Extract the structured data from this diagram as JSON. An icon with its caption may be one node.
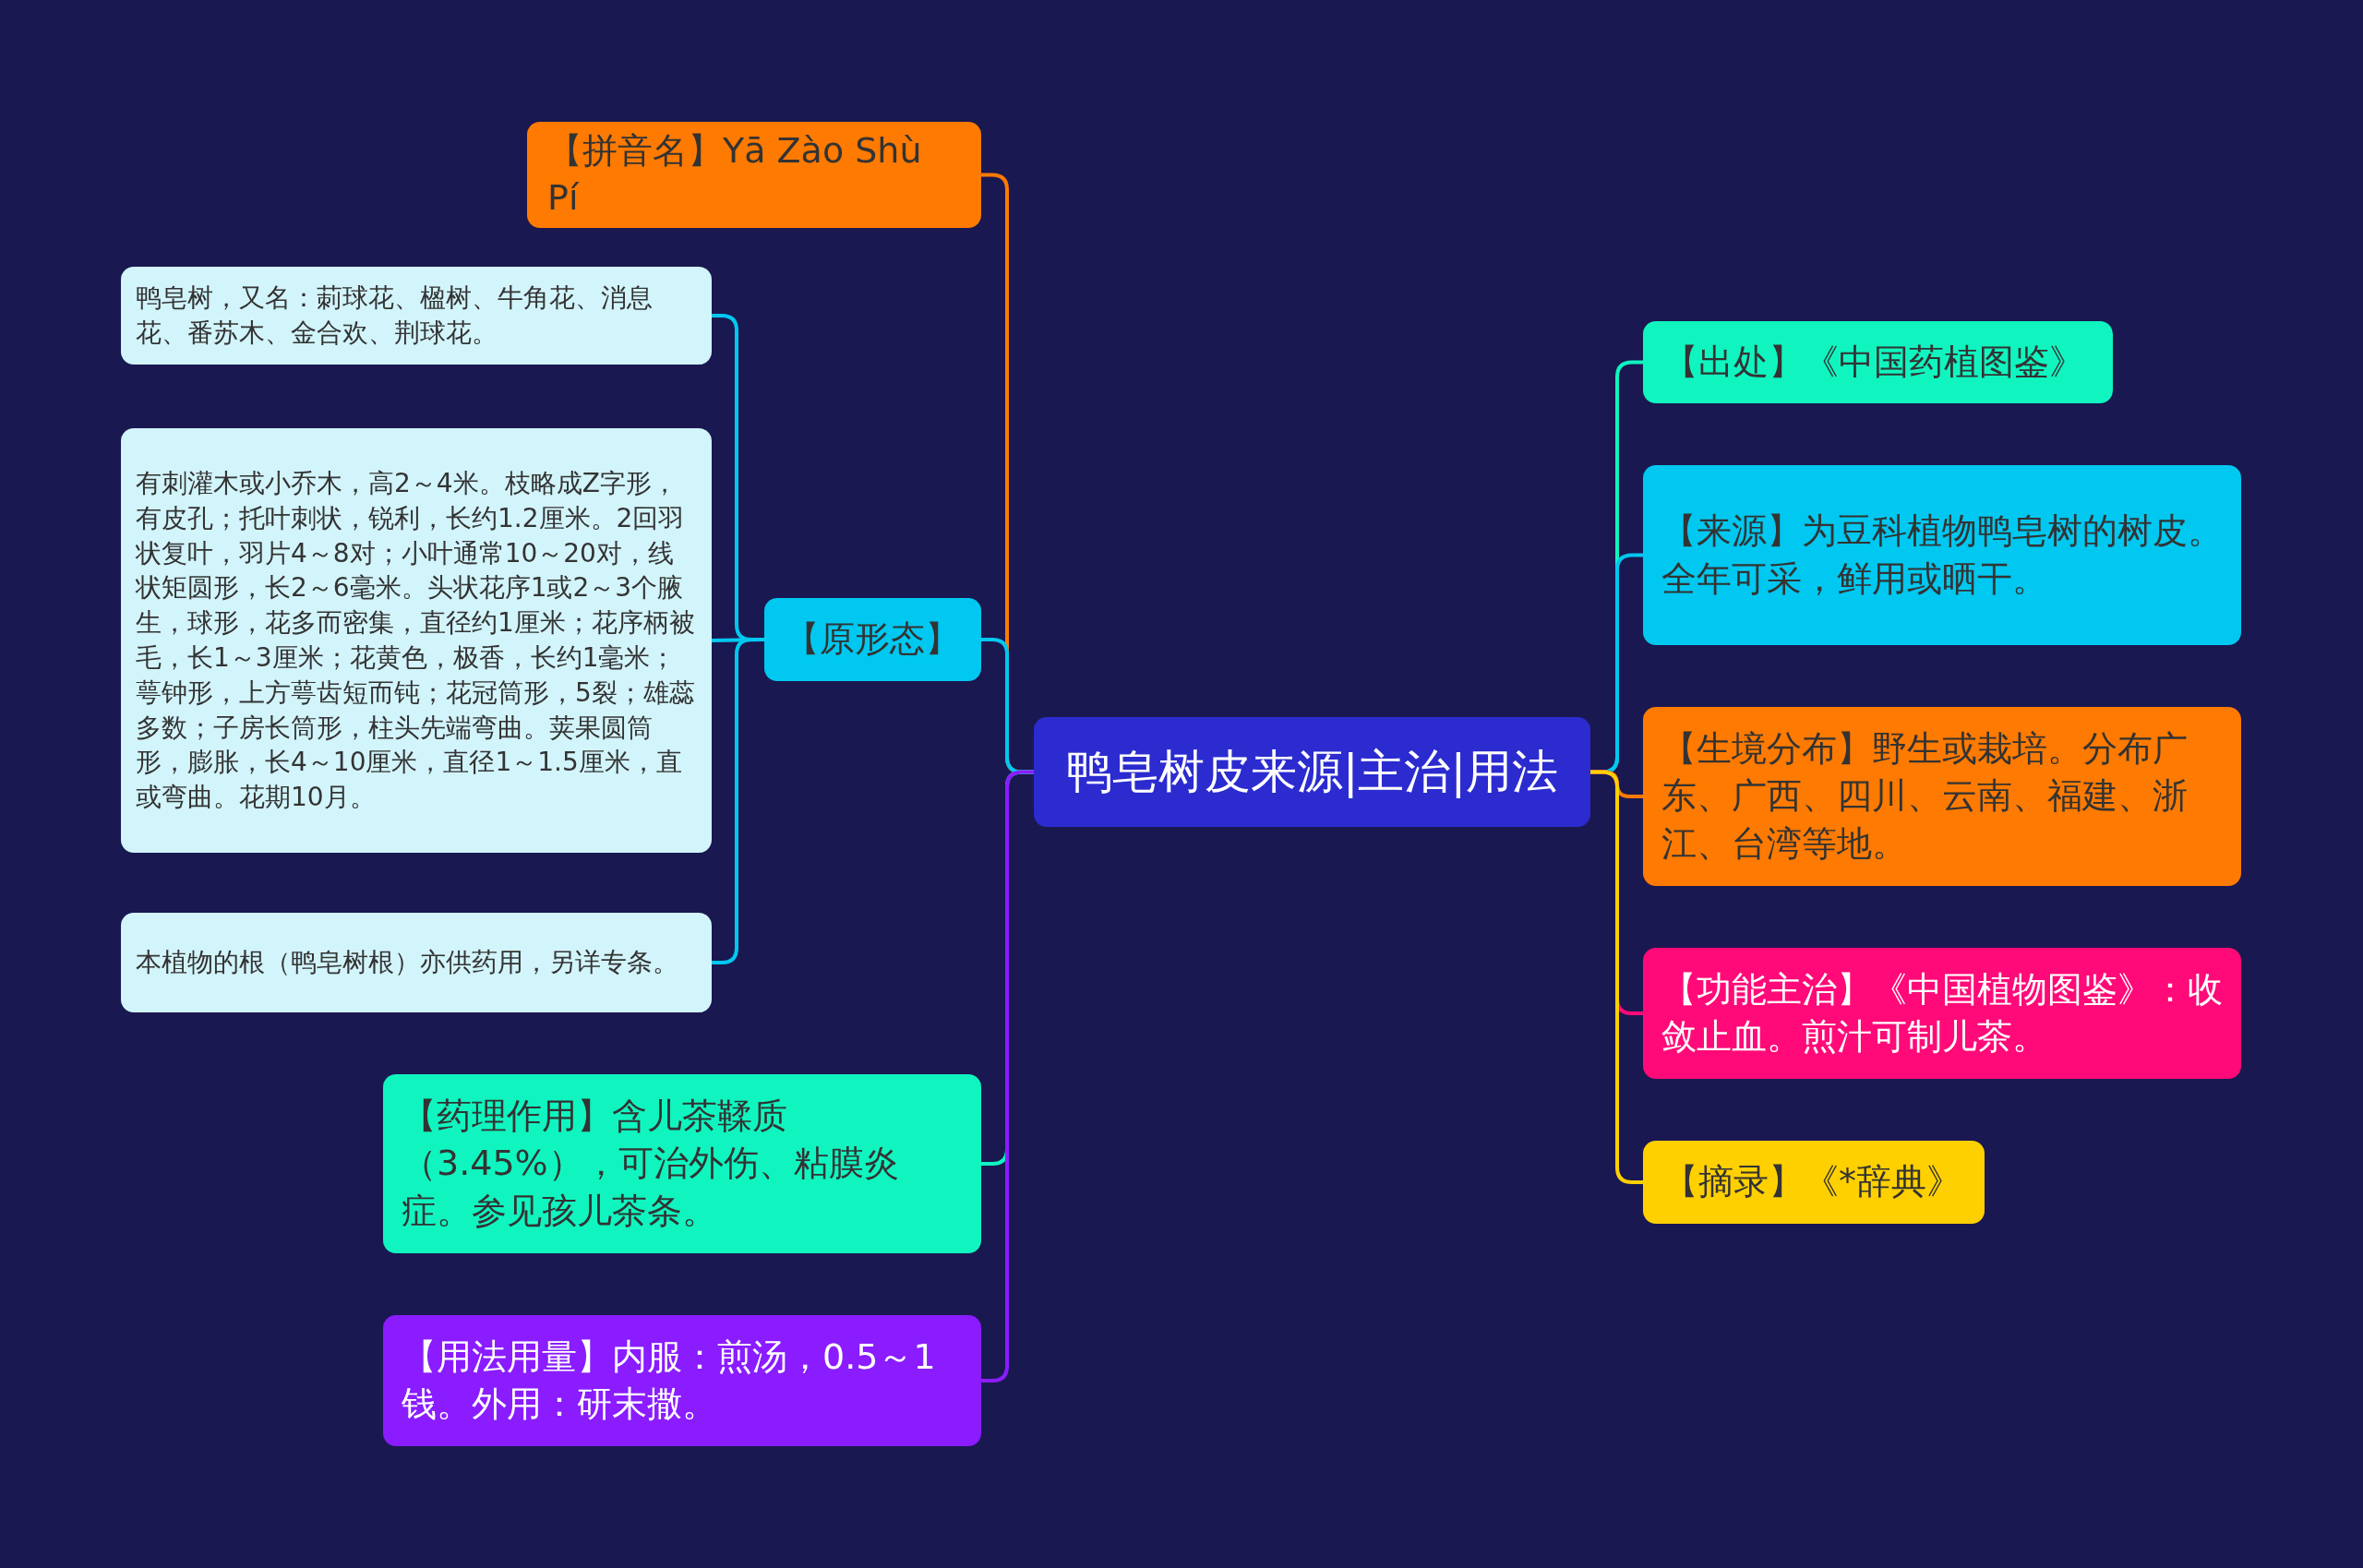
{
  "diagram": {
    "nodes": [
      {
        "text": [
          "鸭皂树皮来源|主治|用法"
        ]
      },
      {
        "text": [
          "【拼音名】Yā Zào Shù Pí"
        ]
      },
      {
        "text": [
          "【原形态】"
        ]
      },
      {
        "text": [
          "鸭皂树，又名：莿球花、楹树、牛角花、消息花、番苏木、金合欢、荆球花。"
        ]
      },
      {
        "text": [
          "有刺灌木或小乔木，高2～4米。枝略成Z字形，有皮孔；托叶刺状，锐利，长约1.2厘米。2回羽状复叶，羽片4～8对；小叶通常10～20对，线状矩圆形，长2～6毫米。头状花序1或2～3个腋生，球形，花多而密集，直径约1厘米；花序柄被毛，长1～3厘米；花黄色，极香，长约1毫米；萼钟形，上方萼齿短而钝；花冠筒形，5裂；雄蕊多数；子房长筒形，柱头先端弯曲。荚果圆筒形，膨胀，长4～10厘米，直径1～1.5厘米，直或弯曲。花期10月。"
        ]
      },
      {
        "text": [
          "本植物的根（鸭皂树根）亦供药用，另详专条。"
        ]
      },
      {
        "text": [
          "【药理作用】含儿茶鞣质（3.45%），可治外伤、粘膜炎症。参见孩儿茶条。"
        ]
      },
      {
        "text": [
          "【用法用量】内服：煎汤，0.5～1钱。外用：研末撒。"
        ]
      },
      {
        "text": [
          "【出处】《中国药植图鉴》"
        ]
      },
      {
        "text": [
          "【来源】为豆科植物鸭皂树的树皮。全年可采，鲜用或晒干。"
        ]
      },
      {
        "text": [
          "【生境分布】野生或栽培。分布广东、广西、四川、云南、福建、浙江、台湾等地。"
        ]
      },
      {
        "text": [
          "【功能主治】《中国植物图鉴》：收敛止血。煎汁可制儿茶。"
        ]
      },
      {
        "text": [
          "【摘录】《*辞典》"
        ]
      }
    ],
    "edges": [
      {
        "from": 0,
        "to": 1,
        "arrow": "none",
        "color": "#ff7a00"
      },
      {
        "from": 0,
        "to": 2,
        "arrow": "none",
        "color": "#00c8f0"
      },
      {
        "from": 2,
        "to": 3,
        "arrow": "none",
        "color": "#00c8f0"
      },
      {
        "from": 2,
        "to": 4,
        "arrow": "none",
        "color": "#00c8f0"
      },
      {
        "from": 2,
        "to": 5,
        "arrow": "none",
        "color": "#00c8f0"
      },
      {
        "from": 0,
        "to": 6,
        "arrow": "none",
        "color": "#10f5c0"
      },
      {
        "from": 0,
        "to": 7,
        "arrow": "none",
        "color": "#8a1cff"
      },
      {
        "from": 0,
        "to": 8,
        "arrow": "none",
        "color": "#10f5c0"
      },
      {
        "from": 0,
        "to": 9,
        "arrow": "none",
        "color": "#00c8f0"
      },
      {
        "from": 0,
        "to": 10,
        "arrow": "none",
        "color": "#ff7a00"
      },
      {
        "from": 0,
        "to": 11,
        "arrow": "none",
        "color": "#ff0a78"
      },
      {
        "from": 0,
        "to": 12,
        "arrow": "none",
        "color": "#ffd000"
      }
    ]
  }
}
